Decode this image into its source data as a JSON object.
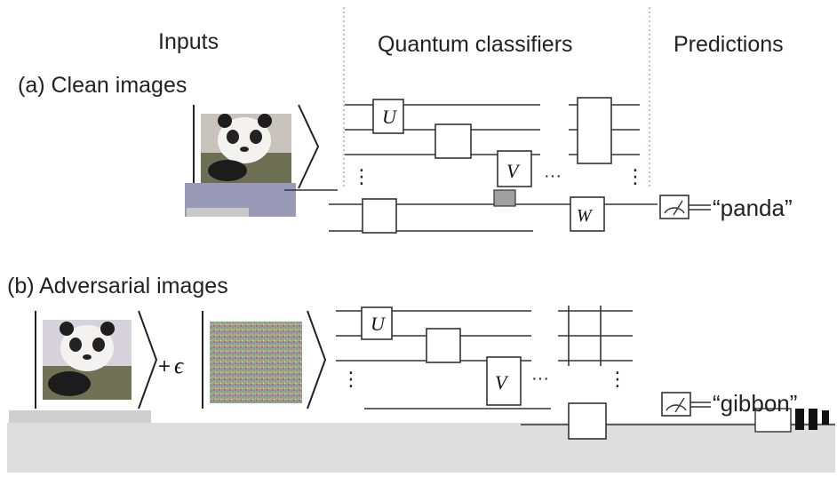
{
  "headers": {
    "inputs": "Inputs",
    "classifiers": "Quantum classifiers",
    "predictions": "Predictions"
  },
  "panels": {
    "a_label": "(a) Clean images",
    "b_label": "(b) Adversarial images"
  },
  "gates": {
    "u": "U",
    "v": "V",
    "w": "W"
  },
  "epsilon": "ϵ",
  "plus": "+",
  "ellipsis": "···",
  "vdots": "⋮",
  "predictions": {
    "clean": "“panda”",
    "adversarial": "“gibbon”"
  },
  "colors": {
    "separator": "#6f86d6",
    "noise": "#9aa08a"
  }
}
